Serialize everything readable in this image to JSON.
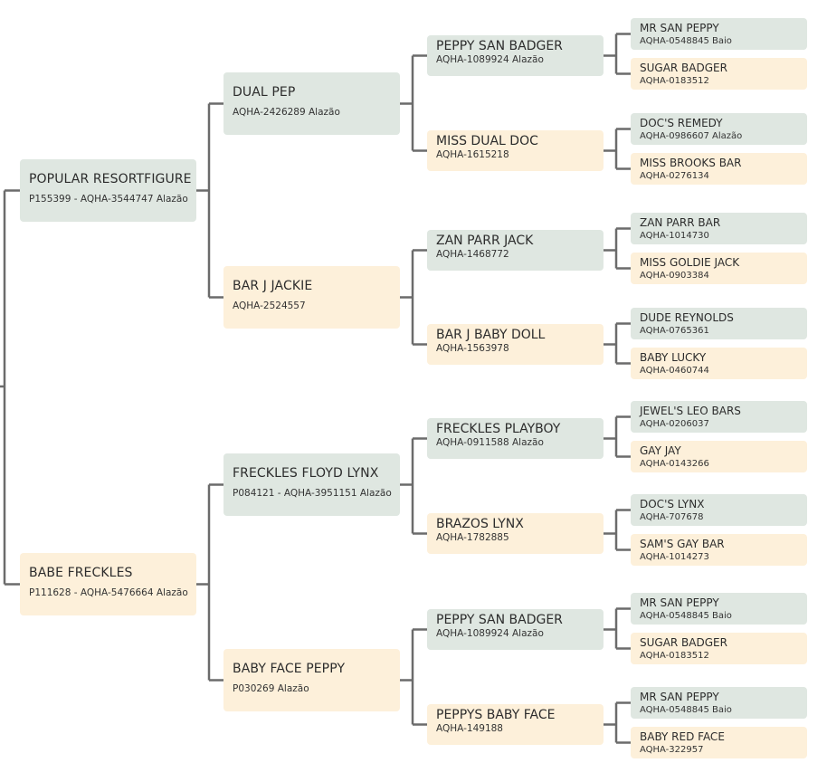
{
  "pedigree": [
    {
      "id": "s",
      "name": "POPULAR RESORTFIGURE",
      "reg": "P155399 - AQHA-3544747 Alazão"
    },
    {
      "id": "d",
      "name": "BABE FRECKLES",
      "reg": "P111628 - AQHA-5476664 Alazão"
    },
    {
      "id": "ss",
      "name": "DUAL PEP",
      "reg": "AQHA-2426289 Alazão"
    },
    {
      "id": "sd",
      "name": "BAR J JACKIE",
      "reg": "AQHA-2524557"
    },
    {
      "id": "ds",
      "name": "FRECKLES FLOYD LYNX",
      "reg": "P084121 - AQHA-3951151 Alazão"
    },
    {
      "id": "dd",
      "name": "BABY FACE PEPPY",
      "reg": "P030269 Alazão"
    },
    {
      "id": "sss",
      "name": "PEPPY SAN BADGER",
      "reg": "AQHA-1089924 Alazão"
    },
    {
      "id": "ssd",
      "name": "MISS DUAL DOC",
      "reg": "AQHA-1615218"
    },
    {
      "id": "sds",
      "name": "ZAN PARR JACK",
      "reg": "AQHA-1468772"
    },
    {
      "id": "sdd",
      "name": "BAR J BABY DOLL",
      "reg": "AQHA-1563978"
    },
    {
      "id": "dss",
      "name": "FRECKLES PLAYBOY",
      "reg": "AQHA-0911588 Alazão"
    },
    {
      "id": "dsd",
      "name": "BRAZOS LYNX",
      "reg": "AQHA-1782885"
    },
    {
      "id": "dds",
      "name": "PEPPY SAN BADGER",
      "reg": "AQHA-1089924 Alazão"
    },
    {
      "id": "ddd",
      "name": "PEPPYS BABY FACE",
      "reg": "AQHA-149188"
    },
    {
      "id": "ssss",
      "name": "MR SAN PEPPY",
      "reg": "AQHA-0548845 Baio"
    },
    {
      "id": "sssd",
      "name": "SUGAR BADGER",
      "reg": "AQHA-0183512"
    },
    {
      "id": "ssds",
      "name": "DOC'S REMEDY",
      "reg": "AQHA-0986607 Alazão"
    },
    {
      "id": "ssdd",
      "name": "MISS BROOKS BAR",
      "reg": "AQHA-0276134"
    },
    {
      "id": "sdss",
      "name": "ZAN PARR BAR",
      "reg": "AQHA-1014730"
    },
    {
      "id": "sdsd",
      "name": "MISS GOLDIE JACK",
      "reg": "AQHA-0903384"
    },
    {
      "id": "sdds",
      "name": "DUDE REYNOLDS",
      "reg": "AQHA-0765361"
    },
    {
      "id": "sddd",
      "name": "BABY LUCKY",
      "reg": "AQHA-0460744"
    },
    {
      "id": "dsss",
      "name": "JEWEL'S LEO BARS",
      "reg": "AQHA-0206037"
    },
    {
      "id": "dssd",
      "name": "GAY JAY",
      "reg": "AQHA-0143266"
    },
    {
      "id": "dsds",
      "name": "DOC'S LYNX",
      "reg": "AQHA-707678"
    },
    {
      "id": "dsdd",
      "name": "SAM'S GAY BAR",
      "reg": "AQHA-1014273"
    },
    {
      "id": "ddss",
      "name": "MR SAN PEPPY",
      "reg": "AQHA-0548845 Baio"
    },
    {
      "id": "ddsd",
      "name": "SUGAR BADGER",
      "reg": "AQHA-0183512"
    },
    {
      "id": "ddds",
      "name": "MR SAN PEPPY",
      "reg": "AQHA-0548845 Baio"
    },
    {
      "id": "dddd",
      "name": "BABY RED FACE",
      "reg": "AQHA-322957"
    }
  ],
  "colors": {
    "sire": "#dfe7e1",
    "dam": "#fdf0da",
    "line": "#6b6b6b"
  }
}
